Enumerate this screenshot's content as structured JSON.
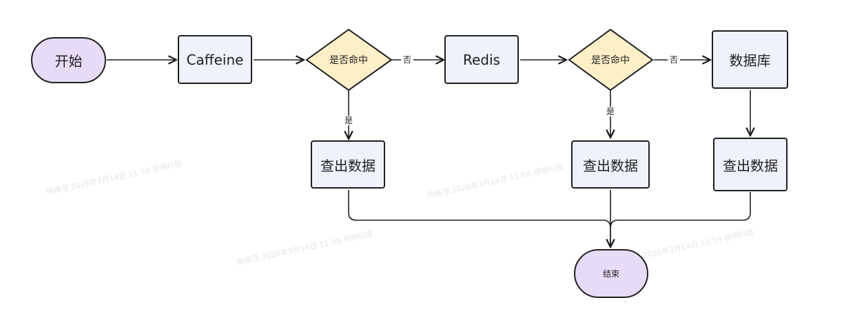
{
  "nodes": {
    "start": "开始",
    "caffeine": "Caffeine",
    "decision1": "是否命中",
    "redis": "Redis",
    "decision2": "是否命中",
    "database": "数据库",
    "query1": "查出数据",
    "query2": "查出数据",
    "query3": "查出数据",
    "end": "结束"
  },
  "edges": {
    "d1_no": "否",
    "d1_yes": "是",
    "d2_no": "否",
    "d2_yes": "是"
  },
  "watermark": "杨振茂 2026年3月14日 11:59 禄明科技",
  "colors": {
    "terminal_fill": "#e6dcf7",
    "process_fill": "#eef2fb",
    "decision_fill": "#fdf0c8",
    "stroke": "#1e1e1e"
  }
}
